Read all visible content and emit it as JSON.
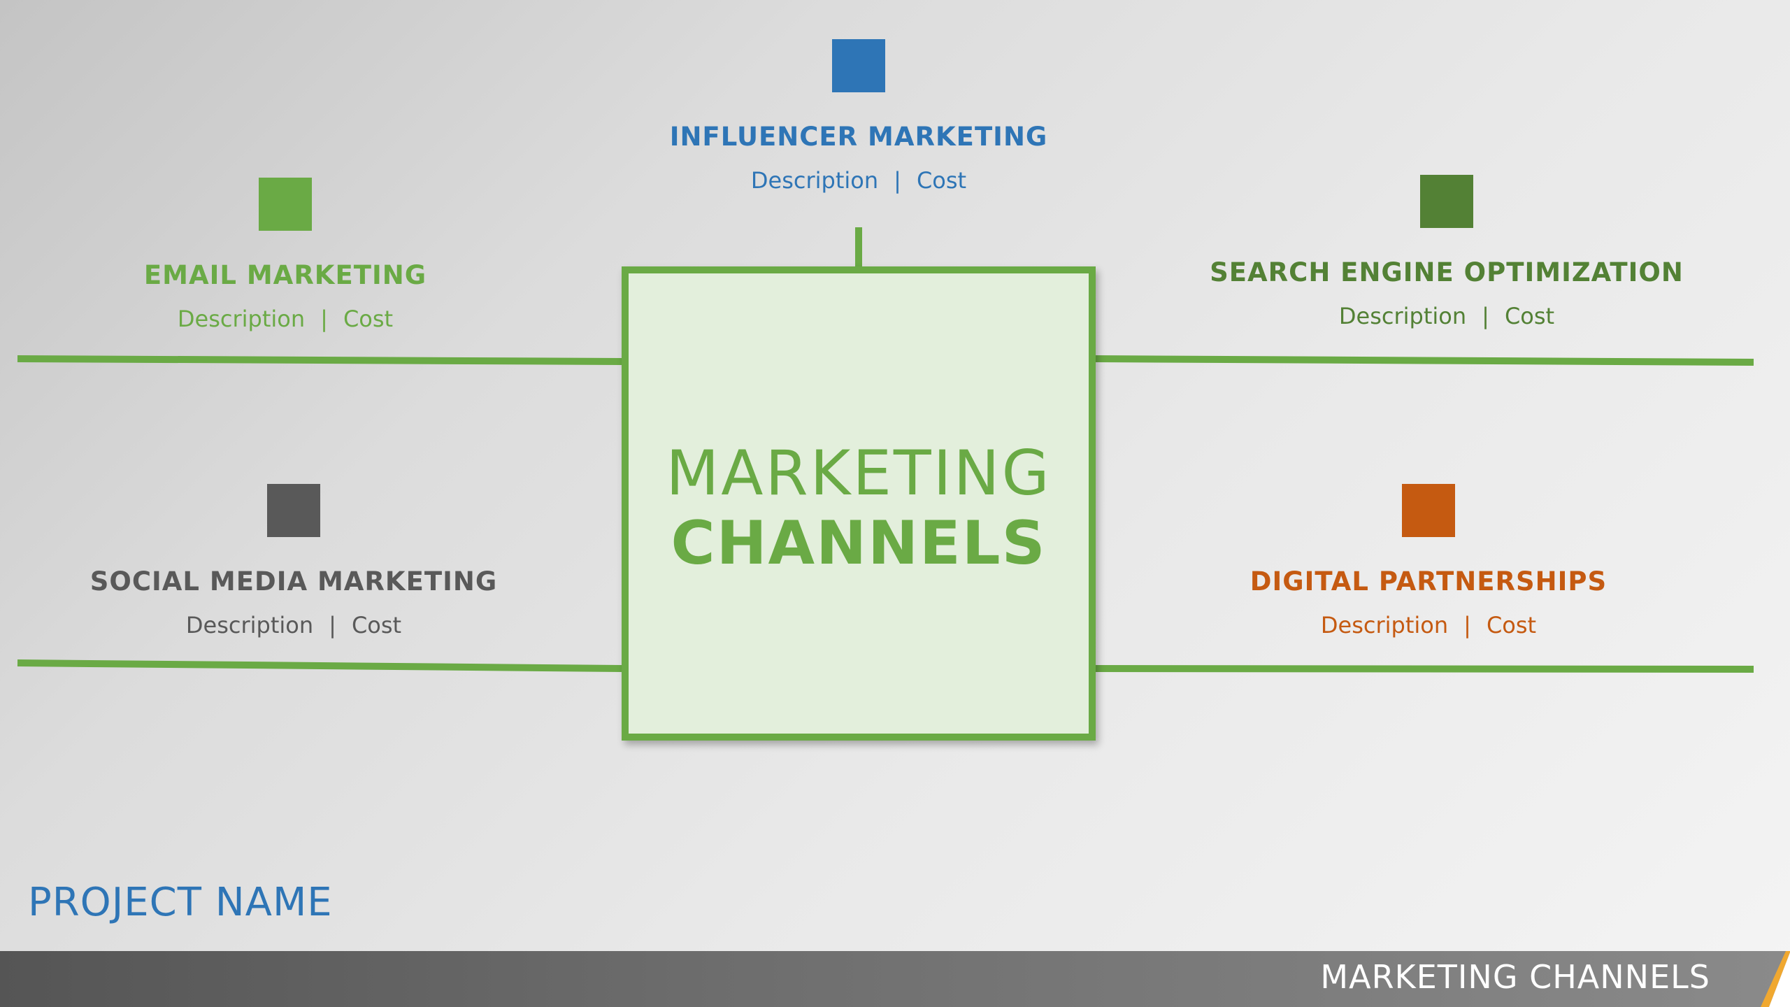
{
  "colors": {
    "green_accent": "#6aaa45",
    "blue": "#2e75b6",
    "dark_green": "#538135",
    "gray": "#595959",
    "orange": "#c55a11",
    "footer_accent": "#f0a830"
  },
  "center": {
    "line1": "MARKETING",
    "line2": "CHANNELS"
  },
  "nodes": {
    "influencer": {
      "title": "INFLUENCER MARKETING",
      "description": "Description",
      "separator": "|",
      "cost": "Cost"
    },
    "email": {
      "title": "EMAIL MARKETING",
      "description": "Description",
      "separator": "|",
      "cost": "Cost"
    },
    "seo": {
      "title": "SEARCH ENGINE OPTIMIZATION",
      "description": "Description",
      "separator": "|",
      "cost": "Cost"
    },
    "social": {
      "title": "SOCIAL MEDIA MARKETING",
      "description": "Description",
      "separator": "|",
      "cost": "Cost"
    },
    "partnerships": {
      "title": "DIGITAL PARTNERSHIPS",
      "description": "Description",
      "separator": "|",
      "cost": "Cost"
    }
  },
  "project_name": "PROJECT NAME",
  "footer": {
    "title": "MARKETING CHANNELS"
  }
}
